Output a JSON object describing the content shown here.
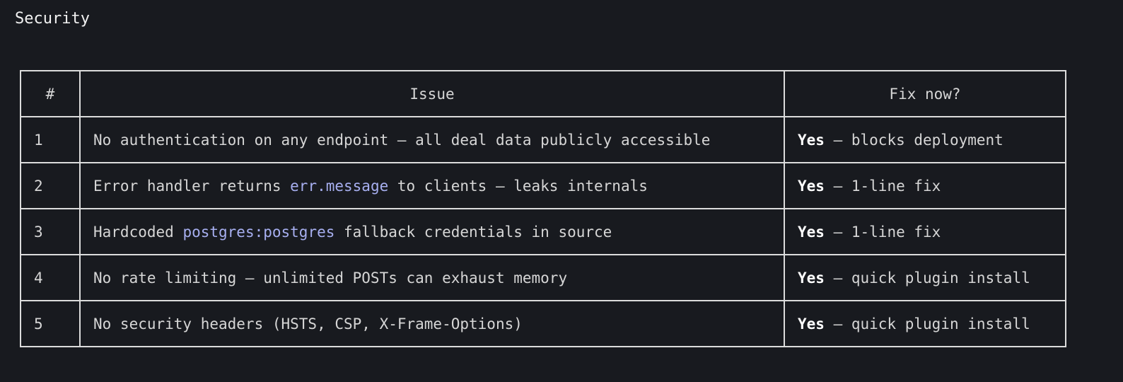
{
  "section": {
    "title": "Security"
  },
  "table": {
    "headers": {
      "num": "#",
      "issue": "Issue",
      "fix": "Fix now?"
    },
    "rows": [
      {
        "num": "1",
        "issue": {
          "before": "No authentication on any endpoint — all deal data publicly accessible",
          "code": "",
          "after": ""
        },
        "fix": {
          "verdict": "Yes",
          "note": " — blocks deployment"
        }
      },
      {
        "num": "2",
        "issue": {
          "before": "Error handler returns ",
          "code": "err.message",
          "after": " to clients — leaks internals"
        },
        "fix": {
          "verdict": "Yes",
          "note": " — 1-line fix"
        }
      },
      {
        "num": "3",
        "issue": {
          "before": "Hardcoded ",
          "code": "postgres:postgres",
          "after": " fallback credentials in source"
        },
        "fix": {
          "verdict": "Yes",
          "note": " — 1-line fix"
        }
      },
      {
        "num": "4",
        "issue": {
          "before": "No rate limiting — unlimited POSTs can exhaust memory",
          "code": "",
          "after": ""
        },
        "fix": {
          "verdict": "Yes",
          "note": " — quick plugin install"
        }
      },
      {
        "num": "5",
        "issue": {
          "before": "No security headers (HSTS, CSP, X-Frame-Options)",
          "code": "",
          "after": ""
        },
        "fix": {
          "verdict": "Yes",
          "note": " — quick plugin install"
        }
      }
    ]
  },
  "colors": {
    "background": "#181a1f",
    "text": "#d6d6d6",
    "border": "#dcdcdc",
    "code": "#a7aff0",
    "emphasis": "#ffffff"
  }
}
